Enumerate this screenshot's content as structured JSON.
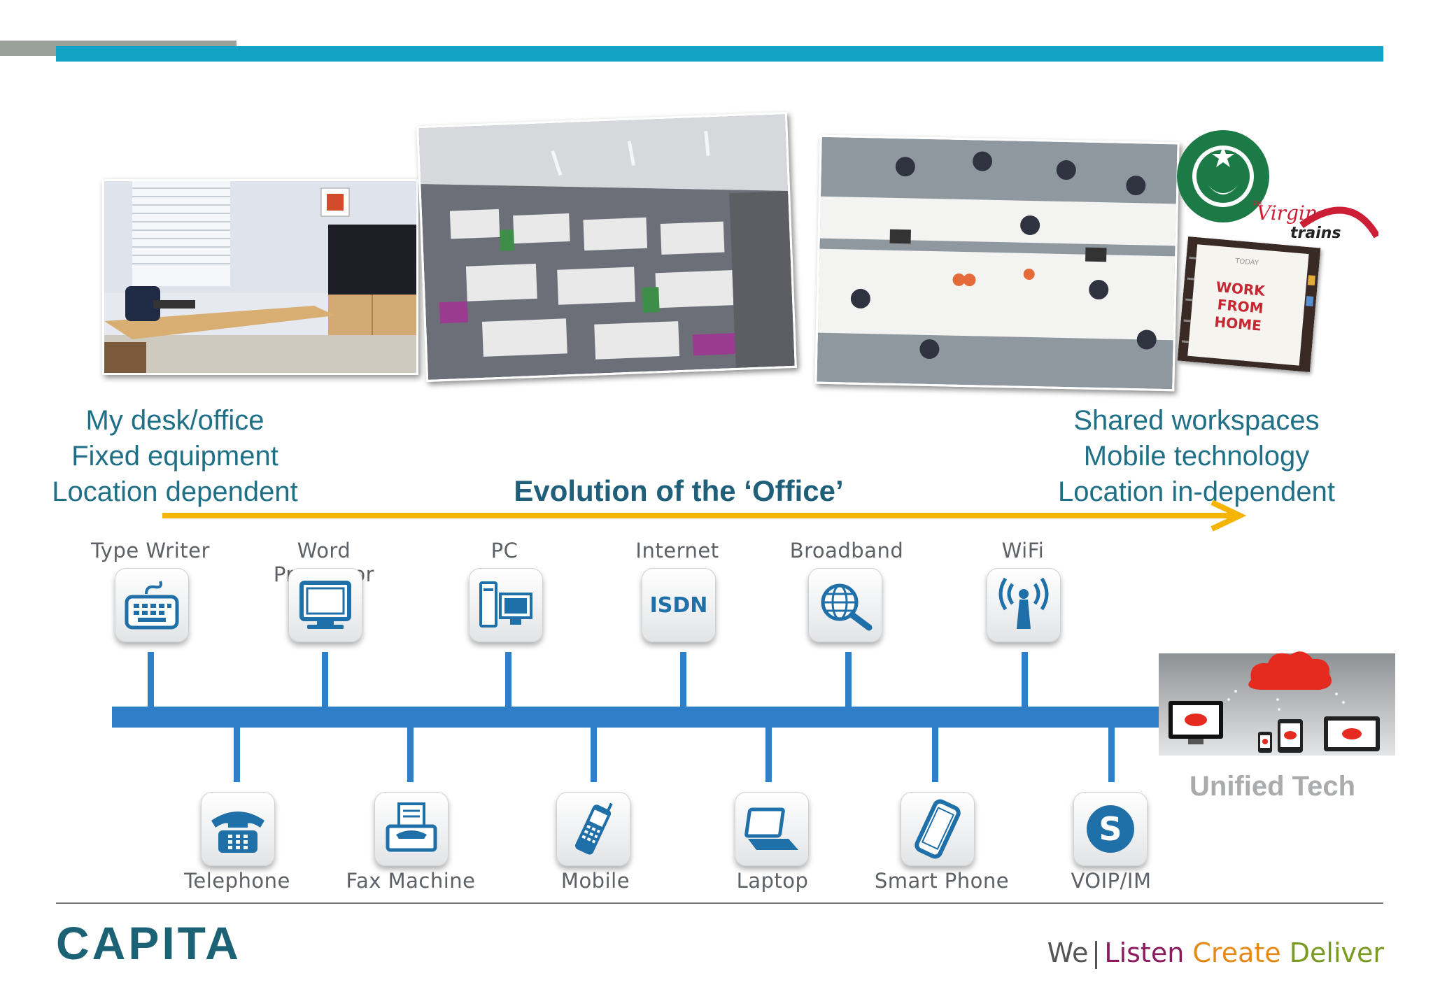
{
  "left_caption": [
    "My desk/office",
    "Fixed equipment",
    "Location dependent"
  ],
  "right_caption": [
    "Shared workspaces",
    "Mobile technology",
    "Location in-dependent"
  ],
  "title": "Evolution of the ‘Office’",
  "photo_notes": {
    "virgin": "Virgin",
    "trains": "trains",
    "tm": "TM",
    "today": "TODAY",
    "work_from_home": [
      "WORK",
      "FROM",
      "HOME"
    ]
  },
  "timeline_top": [
    {
      "label": "Type Writer",
      "icon": "keyboard-icon"
    },
    {
      "label": "Word Processor",
      "icon": "monitor-icon"
    },
    {
      "label": "PC",
      "icon": "pc-icon"
    },
    {
      "label": "Internet",
      "icon": "isdn-icon",
      "icon_text": "ISDN"
    },
    {
      "label": "Broadband",
      "icon": "globe-search-icon"
    },
    {
      "label": "WiFi",
      "icon": "wifi-antenna-icon"
    }
  ],
  "timeline_bottom": [
    {
      "label": "Telephone",
      "icon": "telephone-icon"
    },
    {
      "label": "Fax Machine",
      "icon": "fax-icon"
    },
    {
      "label": "Mobile",
      "icon": "mobile-phone-icon"
    },
    {
      "label": "Laptop",
      "icon": "laptop-icon"
    },
    {
      "label": "Smart Phone",
      "icon": "smartphone-icon"
    },
    {
      "label": "VOIP/IM",
      "icon": "skype-icon",
      "icon_text": "S"
    }
  ],
  "unified_tech": {
    "label": "Unified Tech",
    "icon": "cloud-devices-icon"
  },
  "footer": {
    "brand": "CAPITA",
    "tagline_we": "We",
    "tagline_listen": "Listen",
    "tagline_create": "Create",
    "tagline_deliver": "Deliver"
  },
  "colors": {
    "header_bar": "#12a3c4",
    "timeline_bar": "#2f7fc8",
    "arrow": "#f4b400",
    "caption_text": "#1f6f86"
  }
}
